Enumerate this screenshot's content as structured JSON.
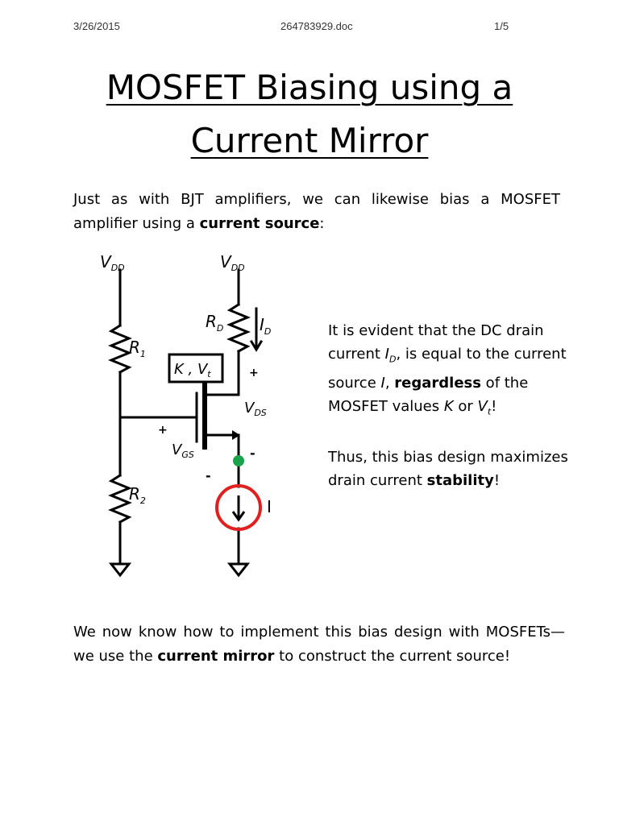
{
  "header": {
    "date": "3/26/2015",
    "filename": "264783929.doc",
    "page": "1/5"
  },
  "title": {
    "line1": "MOSFET Biasing using a",
    "line2": "Current Mirror"
  },
  "intro": {
    "text_before": "Just as with BJT amplifiers, we can likewise bias a MOSFET amplifier using a ",
    "bold": "current source",
    "text_after": ":"
  },
  "circuit": {
    "vdd_left": "V",
    "vdd_left_sub": "DD",
    "vdd_right": "V",
    "vdd_right_sub": "DD",
    "r1": "R",
    "r1_sub": "1",
    "r2": "R",
    "r2_sub": "2",
    "rd": "R",
    "rd_sub": "D",
    "id": "I",
    "id_sub": "D",
    "k_vt": "K , V",
    "k_vt_sub": "t",
    "vds": "V",
    "vds_sub": "DS",
    "vgs": "V",
    "vgs_sub": "GS",
    "plus": "+",
    "minus": "-",
    "source_label": "I",
    "colors": {
      "node": "#1aa34a",
      "source": "#e0201e"
    }
  },
  "right_text": {
    "p1_a": "It is evident that the DC drain current ",
    "p1_id": "I",
    "p1_id_sub": "D",
    "p1_b": ", is equal to the current source ",
    "p1_i": "I",
    "p1_c": ", ",
    "p1_bold": "regardless",
    "p1_d": " of the MOSFET values ",
    "p1_k": "K",
    "p1_e": " or ",
    "p1_v": "V",
    "p1_v_sub": "t",
    "p1_f": "!",
    "p2_a": "Thus, this bias design maximizes drain current ",
    "p2_bold": "stability",
    "p2_b": "!"
  },
  "closing": {
    "text_before": "We now know how to implement this bias design with MOSFETs—we use the ",
    "bold": "current mirror",
    "text_after": " to construct the current source!"
  }
}
